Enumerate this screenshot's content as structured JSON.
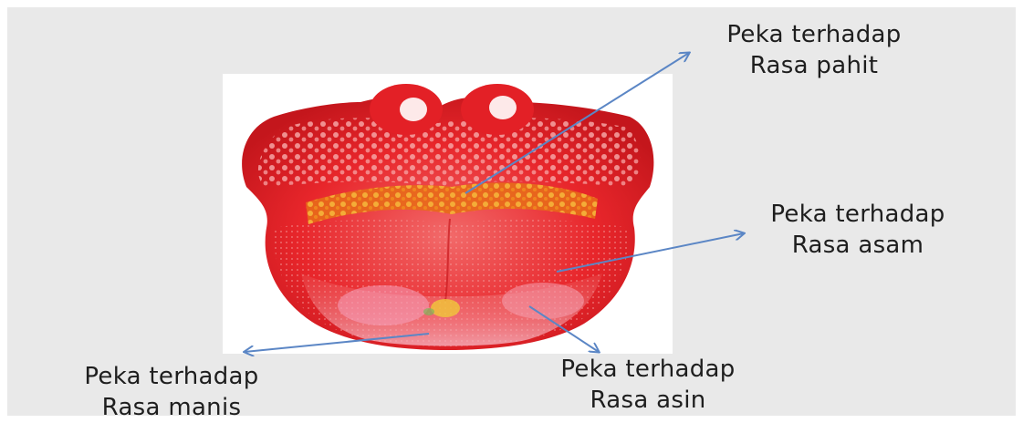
{
  "labels": {
    "pahit": {
      "line1": "Peka terhadap",
      "line2": "Rasa pahit"
    },
    "asam": {
      "line1": "Peka terhadap",
      "line2": "Rasa asam"
    },
    "manis": {
      "line1": "Peka terhadap",
      "line2": "Rasa manis"
    },
    "asin": {
      "line1": "Peka terhadap",
      "line2": "Rasa asin"
    }
  },
  "colors": {
    "panel_background": "#e9e9e9",
    "tongue_red": "#e8262b",
    "tongue_back_band": "#e86a1a",
    "tongue_tip_pink": "#f4a0b0",
    "arrow_color": "#5b86c5"
  }
}
